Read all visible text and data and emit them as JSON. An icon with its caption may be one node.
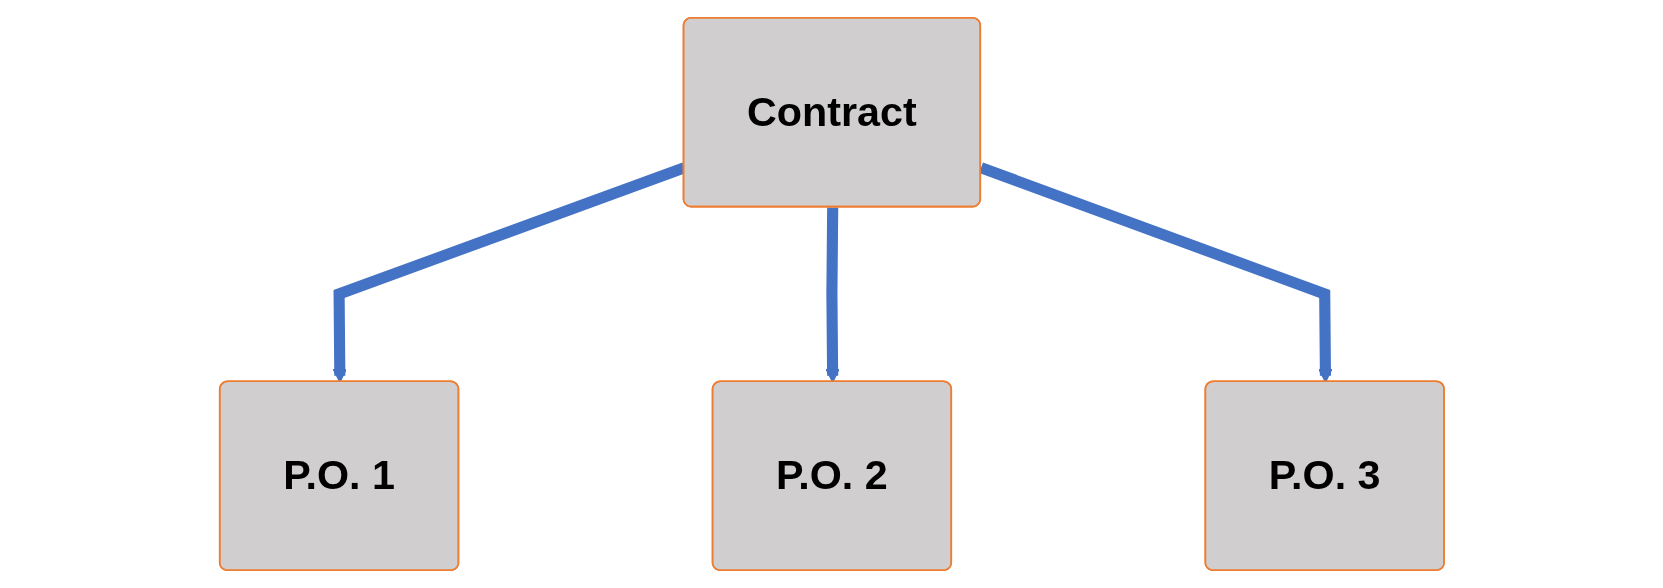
{
  "diagram": {
    "nodes": [
      {
        "text": [
          "Contract"
        ]
      },
      {
        "text": [
          "P.O. 1"
        ]
      },
      {
        "text": [
          "P.O. 2"
        ]
      },
      {
        "text": [
          "P.O. 3"
        ]
      }
    ],
    "edges": [
      {
        "from": 0,
        "to": 1,
        "arrow": "to"
      },
      {
        "from": 0,
        "to": 2,
        "arrow": "to"
      },
      {
        "from": 0,
        "to": 3,
        "arrow": "to"
      }
    ]
  }
}
